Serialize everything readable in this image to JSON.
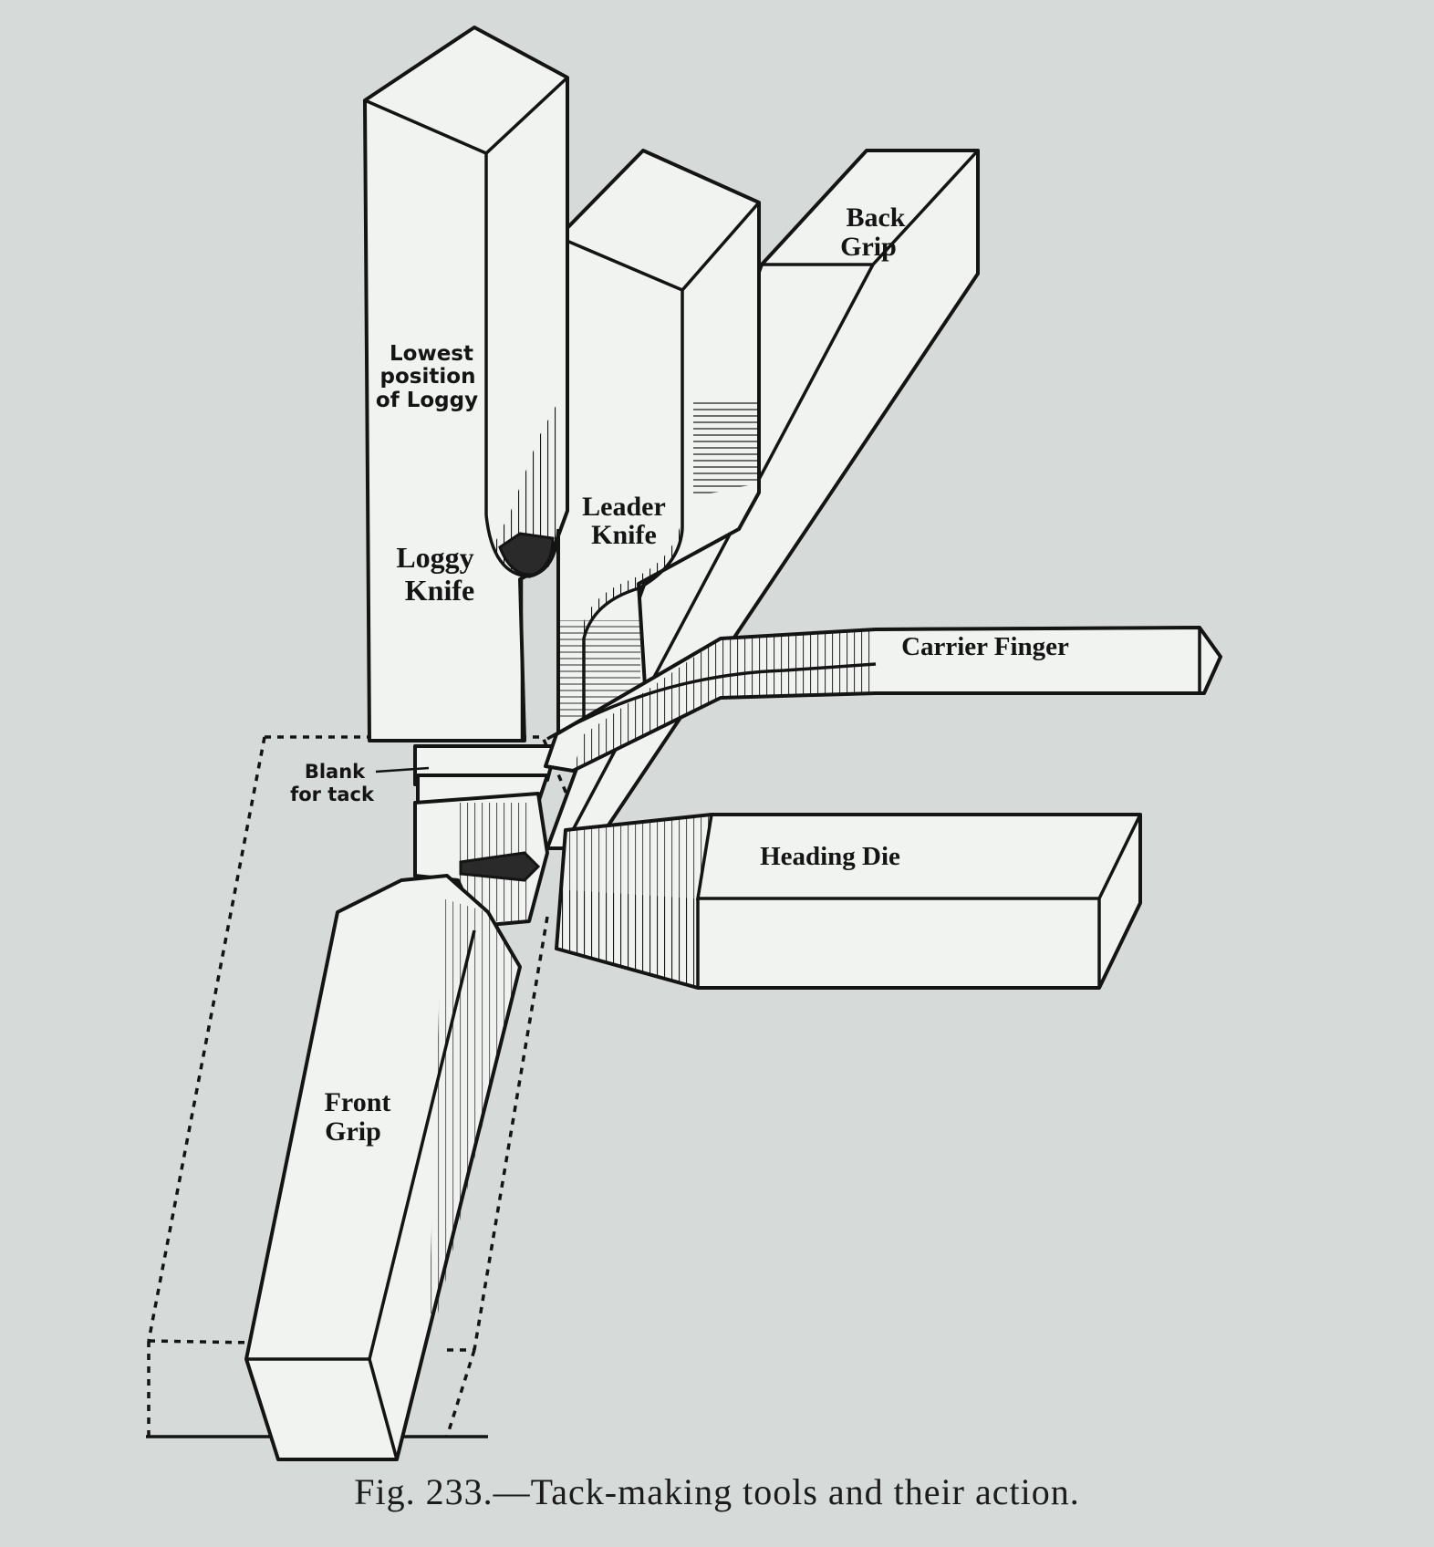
{
  "figure": {
    "caption": "Fig. 233.—Tack-making tools and their action."
  },
  "labels": {
    "lowest_position": [
      "Lowest",
      "position",
      "of Loggy"
    ],
    "loggy_knife": [
      "Loggy",
      "Knife"
    ],
    "leader_knife": [
      "Leader",
      "Knife"
    ],
    "back_grip": [
      "Back",
      "Grip"
    ],
    "carrier_finger": "Carrier Finger",
    "blank": [
      "Blank",
      "for tack"
    ],
    "heading_die": "Heading Die",
    "front_grip": [
      "Front",
      "Grip"
    ]
  },
  "colors": {
    "paper": "#d6dad8",
    "ink": "#141414",
    "fill": "#f1f3f1"
  }
}
